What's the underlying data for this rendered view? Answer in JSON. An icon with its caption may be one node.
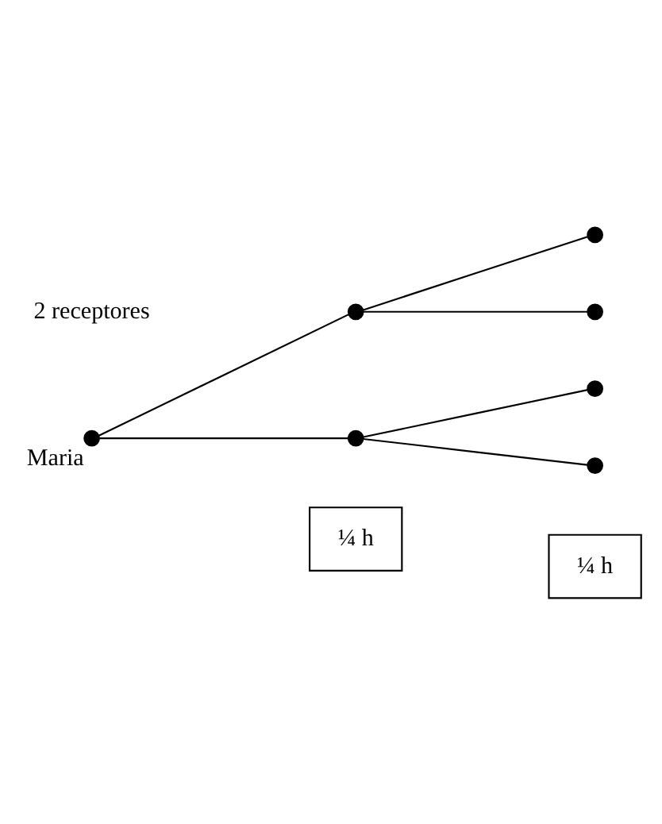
{
  "diagram": {
    "nodes": [
      {
        "text": [],
        "shape": "circle",
        "beside": [
          "Maria"
        ]
      },
      {
        "text": [],
        "shape": "circle"
      },
      {
        "text": [],
        "shape": "circle"
      },
      {
        "text": [],
        "shape": "circle"
      },
      {
        "text": [],
        "shape": "circle"
      },
      {
        "text": [],
        "shape": "circle"
      },
      {
        "text": [],
        "shape": "circle"
      },
      {
        "text": [
          "¼ h"
        ]
      },
      {
        "text": [
          "¼ h"
        ]
      }
    ],
    "edges": [
      {
        "from": 0,
        "to": 1,
        "arrow": "none"
      },
      {
        "from": 0,
        "to": 2,
        "arrow": "none"
      },
      {
        "from": 1,
        "to": 3,
        "arrow": "none"
      },
      {
        "from": 1,
        "to": 4,
        "arrow": "none"
      },
      {
        "from": 2,
        "to": 5,
        "arrow": "none"
      },
      {
        "from": 2,
        "to": 6,
        "arrow": "none"
      }
    ],
    "labels": [
      "2 receptores"
    ]
  }
}
